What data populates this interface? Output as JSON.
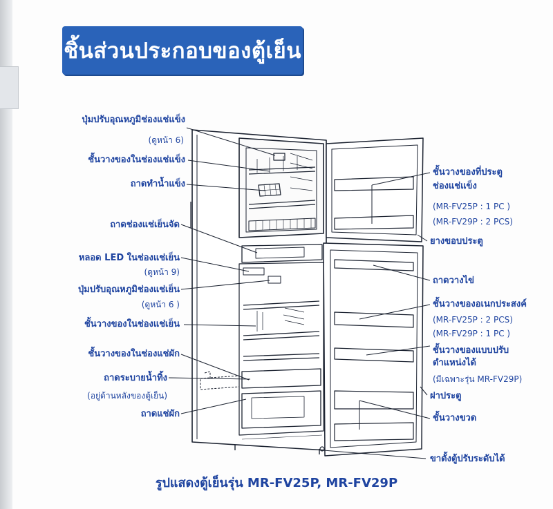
{
  "title": "ชิ้นส่วนประกอบของตู้เย็น",
  "left_labels": {
    "freezer_temp_knob": "ปุ่มปรับอุณหภูมิช่องแช่แข็ง",
    "freezer_temp_knob_ref": "(ดูหน้า 6)",
    "freezer_shelf": "ชั้นวางของในช่องแช่แข็ง",
    "ice_tray": "ถาดทำน้ำแข็ง",
    "chiller_tray": "ถาดช่องแช่เย็นจัด",
    "led_lamp": "หลอด LED ในช่องแช่เย็น",
    "led_lamp_ref": "(ดูหน้า 9)",
    "fridge_temp_knob": "ปุ่มปรับอุณหภูมิช่องแช่เย็น",
    "fridge_temp_knob_ref": "(ดูหน้า 6 )",
    "fridge_shelf": "ชั้นวางของในช่องแช่เย็น",
    "crisper_shelf": "ชั้นวางของในช่องแช่ผัก",
    "drain_tray": "ถาดระบายน้ำทิ้ง",
    "drain_tray_note": "(อยู่ด้านหลังของตู้เย็น)",
    "crisper_tray": "ถาดแช่ผัก"
  },
  "right_labels": {
    "freezer_door_shelf_1": "ชั้นวางของที่ประตู",
    "freezer_door_shelf_2": "ช่องแช่แข็ง",
    "freezer_door_shelf_mr25": "(MR-FV25P : 1 PC  )",
    "freezer_door_shelf_mr29": "(MR-FV29P : 2 PCS)",
    "door_gasket": "ยางขอบประตู",
    "egg_tray": "ถาดวางไข่",
    "multi_shelf": "ชั้นวางของอเนกประสงค์",
    "multi_shelf_mr25": "(MR-FV25P : 2 PCS)",
    "multi_shelf_mr29": "(MR-FV29P : 1 PC  )",
    "adjustable_shelf_1": "ชั้นวางของแบบปรับ",
    "adjustable_shelf_2": "ตำแหน่งได้",
    "adjustable_shelf_note": "(มีเฉพาะรุ่น MR-FV29P)",
    "door": "ฝาประตู",
    "bottle_shelf": "ชั้นวางขวด",
    "adjustable_feet": "ขาตั้งตู้ปรับระดับได้"
  },
  "caption": "รูปแสดงตู้เย็นรุ่น MR-FV25P, MR-FV29P",
  "colors": {
    "title_bg": "#2a63b9",
    "title_text": "#ffffff",
    "label_text": "#1f44a0",
    "line_art": "#1b2230"
  }
}
